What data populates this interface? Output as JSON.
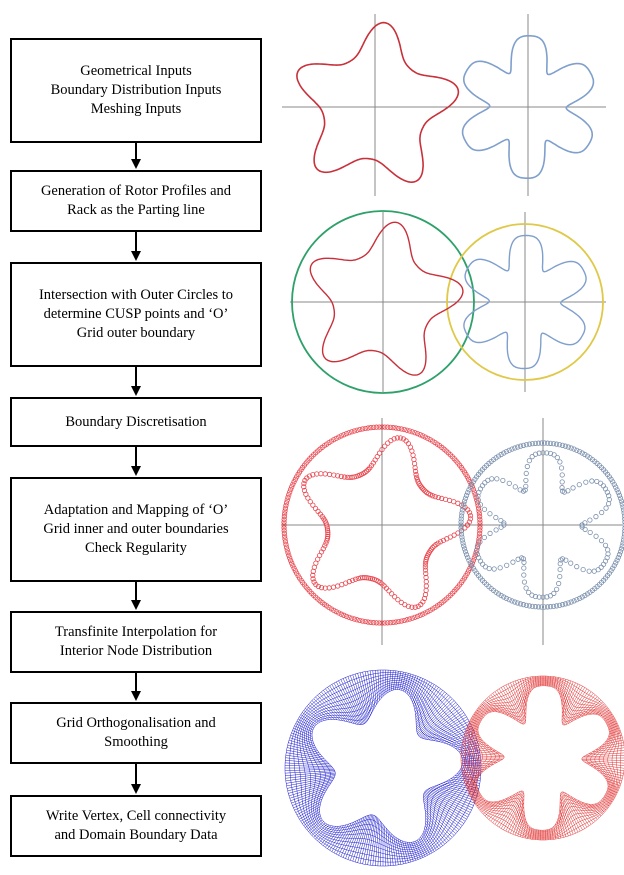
{
  "steps": [
    {
      "lines": [
        "Geometrical Inputs",
        "Boundary Distribution Inputs",
        "Meshing Inputs"
      ]
    },
    {
      "lines": [
        "Generation of Rotor Profiles and",
        "Rack as the Parting line"
      ]
    },
    {
      "lines": [
        "Intersection with Outer Circles to",
        "determine CUSP points and ‘O’",
        "Grid outer boundary"
      ]
    },
    {
      "lines": [
        "Boundary Discretisation"
      ]
    },
    {
      "lines": [
        "Adaptation and Mapping of ‘O’",
        "Grid inner and outer boundaries",
        "Check Regularity"
      ]
    },
    {
      "lines": [
        "Transfinite Interpolation for",
        "Interior Node Distribution"
      ]
    },
    {
      "lines": [
        "Grid Orthogonalisation and",
        "Smoothing"
      ]
    },
    {
      "lines": [
        "Write Vertex, Cell connectivity",
        "and Domain Boundary Data"
      ]
    }
  ],
  "colors": {
    "male_rotor": "#c8303a",
    "female_rotor": "#7f9fcc",
    "male_casing": "#2ea06a",
    "female_casing": "#e0c848",
    "male_points": "#e8454d",
    "female_points": "#7b90ad",
    "male_mesh": "#2020d0",
    "female_mesh": "#e23535",
    "axis": "#888888",
    "box_border": "#000000",
    "arrow": "#000000"
  },
  "illustrations": [
    {
      "name": "rotor-profiles",
      "male_lobes": 5,
      "female_lobes": 6
    },
    {
      "name": "outer-circles"
    },
    {
      "name": "discretised-boundaries"
    },
    {
      "name": "final-grid"
    }
  ]
}
